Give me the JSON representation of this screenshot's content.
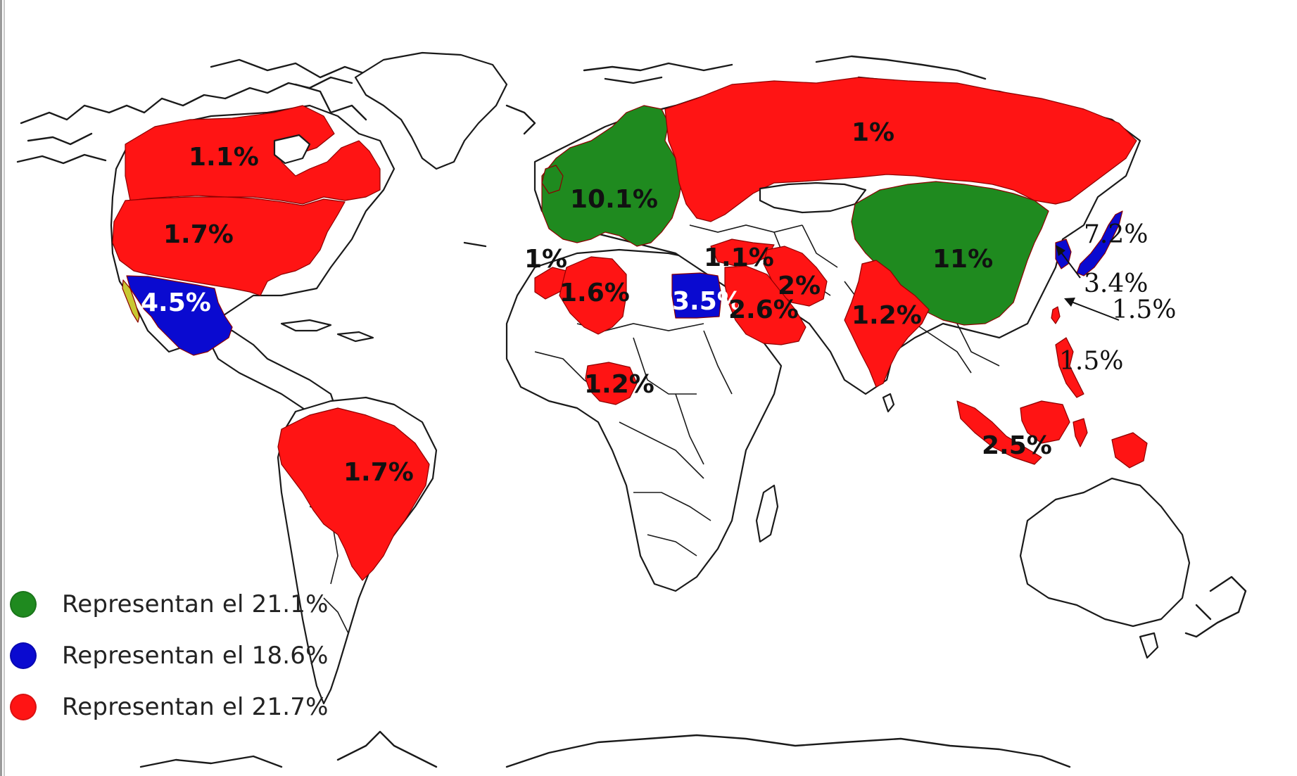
{
  "colors": {
    "green": "#1f8a1f",
    "blue": "#0a0ad0",
    "red": "#ff1414",
    "yellow": "#c8c832"
  },
  "labels": {
    "canada": "1.1%",
    "usa": "1.7%",
    "mexico": "4.5%",
    "brazil": "1.7%",
    "europe": "10.1%",
    "russia": "1%",
    "china": "11%",
    "japan": "7.2%",
    "korea": "3.4%",
    "taiwan": "1.5%",
    "philippines": "1.5%",
    "indonesia": "2.5%",
    "india": "1.2%",
    "morocco": "1%",
    "algeria": "1.6%",
    "nigeria": "1.2%",
    "egypt": "3.5%",
    "turkey": "1.1%",
    "iran": "2%",
    "saudi": "2.6%"
  },
  "legend": [
    {
      "label": "Representan el 21.1%",
      "color": "#1f8a1f"
    },
    {
      "label": "Representan el 18.6%",
      "color": "#0a0ad0"
    },
    {
      "label": "Representan el 21.7%",
      "color": "#ff1414"
    }
  ]
}
